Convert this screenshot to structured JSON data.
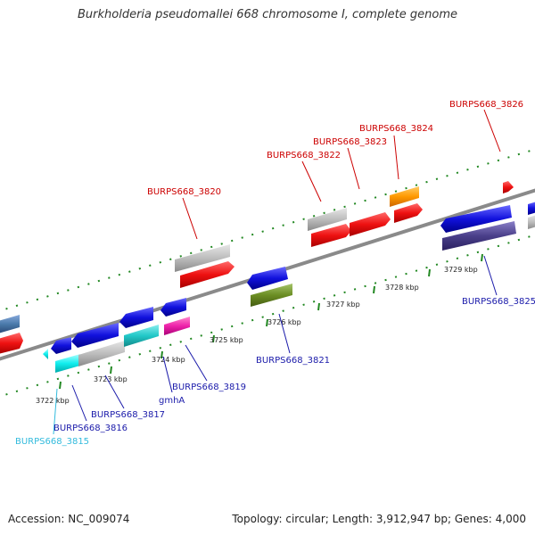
{
  "title": "Burkholderia pseudomallei 668 chromosome I, complete genome",
  "footer": {
    "accession": "Accession: NC_009074",
    "summary": "Topology: circular; Length: 3,912,947 bp; Genes: 4,000"
  },
  "ticks": [
    "3722 kbp",
    "3723 kbp",
    "3724 kbp",
    "3725 kbp",
    "3726 kbp",
    "3727 kbp",
    "3728 kbp",
    "3729 kbp"
  ],
  "labels": {
    "l3826": "BURPS668_3826",
    "l3824": "BURPS668_3824",
    "l3823": "BURPS668_3823",
    "l3822": "BURPS668_3822",
    "l3820": "BURPS668_3820",
    "l3825": "BURPS668_3825",
    "l3821": "BURPS668_3821",
    "l3819": "BURPS668_3819",
    "gmhA": "gmhA",
    "l3817": "BURPS668_3817",
    "l3816": "BURPS668_3816",
    "l3815": "BURPS668_3815"
  },
  "colors": {
    "label_red": "#cc0000",
    "label_blue": "#1a1aaa",
    "label_cyan": "#33bbdd",
    "gene_red": "#ee1111",
    "gene_blue": "#1111dd",
    "gene_gray": "#b8b8b8",
    "gene_cyan": "#11e0e0",
    "gene_teal": "#22c8c8",
    "gene_magenta": "#ee22aa",
    "gene_orange": "#ff9900",
    "gene_olive": "#6b8e23",
    "gene_navy": "#4a3f8a",
    "backbone": "#888888",
    "dots": "#228822"
  }
}
